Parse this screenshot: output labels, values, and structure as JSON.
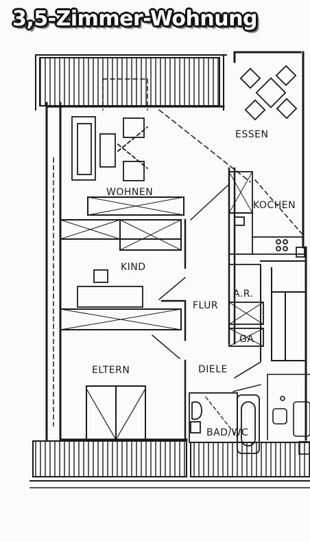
{
  "title": "3,5-Zimmer-Wohnung",
  "rooms": {
    "essen": "ESSEN",
    "wohnen": "WOHNEN",
    "kochen": "KOCHEN",
    "kind": "KIND",
    "flur": "FLUR",
    "ar": "A.R.",
    "ga": "GA",
    "eltern": "ELTERN",
    "diele": "DIELE",
    "bad_wc": "BAD/WC"
  },
  "colors": {
    "ink": "#1a1a1a",
    "paper": "#fbfbfb",
    "title_fill": "#ffffff",
    "title_outline": "#111111"
  }
}
